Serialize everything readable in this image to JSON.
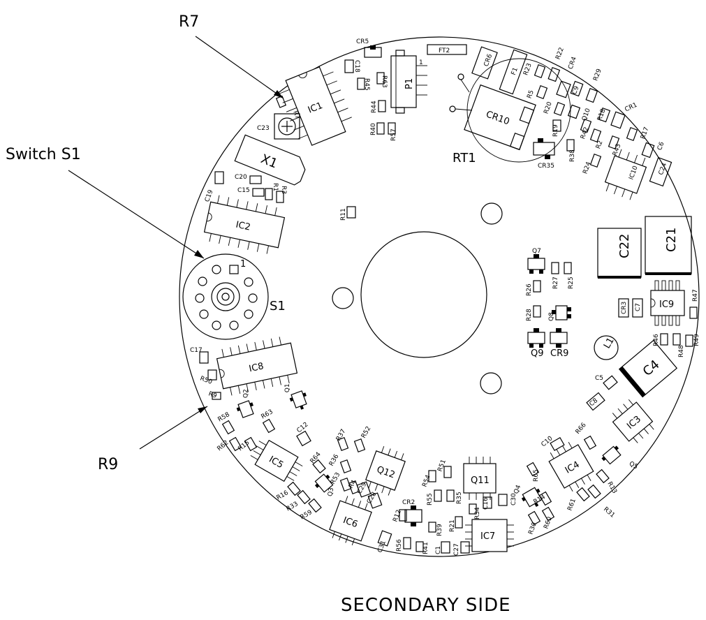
{
  "title": "SECONDARY SIDE",
  "callouts": {
    "r7": "R7",
    "switch_s1": "Switch S1",
    "r9": "R9"
  },
  "ics": {
    "ic1": "IC1",
    "ic2": "IC2",
    "ic3": "IC3",
    "ic4": "IC4",
    "ic5": "IC5",
    "ic6": "IC6",
    "ic7": "IC7",
    "ic8": "IC8",
    "ic9": "IC9",
    "ic10": "IC10",
    "q11": "Q11",
    "q12": "Q12"
  },
  "big": {
    "c22": "C22",
    "c21": "C21",
    "c4": "C4",
    "x1": "X1",
    "s1": "S1",
    "cr10": "CR10",
    "rt1": "RT1",
    "p1": "P1",
    "l1": "L1",
    "ft2": "FT2",
    "cr6": "CR6",
    "f1": "F1",
    "pin1_s1": "1",
    "pin1_p1": "1"
  },
  "parts": {
    "cr5": "CR5",
    "c18": "C18",
    "r45": "R45",
    "r63": "R63",
    "r44": "R44",
    "r40": "R40",
    "r57": "R57",
    "r7": "R7",
    "c23": "C23",
    "r22": "R22",
    "cr4": "CR4",
    "r23": "R23",
    "r5": "R5",
    "c9": "C9",
    "r29": "R29",
    "r20": "R20",
    "q10": "Q10",
    "r18": "R18",
    "cr1": "CR1",
    "r19": "R19",
    "r42": "R42",
    "r2": "R2",
    "r17": "R17",
    "r43": "R43",
    "c6": "C6",
    "r38": "R38",
    "r24": "R24",
    "cr35": "CR35",
    "c24": "C24",
    "c20": "C20",
    "r1": "R1",
    "r3": "R3",
    "c19": "C19",
    "c15": "C15",
    "r11": "R11",
    "q7": "Q7",
    "r27": "R27",
    "r25": "R25",
    "r26": "R26",
    "r28": "R28",
    "q8": "Q8",
    "q9": "Q9",
    "cr9": "CR9",
    "cr3": "CR3",
    "c7": "C7",
    "r47": "R47",
    "r46": "R46",
    "r49": "R49",
    "r48": "R48",
    "c5": "C5",
    "c8": "C8",
    "c17": "C17",
    "r50": "R50",
    "r9": "R9",
    "q2": "Q2",
    "q1": "Q1",
    "r58": "R58",
    "r63b": "R63",
    "r62": "R62",
    "r15": "R15",
    "c12": "C12",
    "r37": "R37",
    "r52": "R52",
    "r36": "R36",
    "r64": "R64",
    "r51": "R51",
    "r53": "R53",
    "r4": "R4",
    "c29": "C29",
    "c28": "C28",
    "q3": "Q3",
    "r16": "R16",
    "r33": "R33",
    "r59": "R59",
    "cr2": "CR2",
    "r12": "R12",
    "r54": "R54",
    "r55": "R55",
    "r35": "R35",
    "r34": "R34",
    "c16": "C16",
    "c30": "C30",
    "r39": "R39",
    "r21": "R21",
    "r41": "R41",
    "c1": "C1",
    "c27": "C27",
    "r56": "R56",
    "c31": "C31",
    "c10": "C10",
    "r66": "R66",
    "q5": "Q5",
    "r13": "R13",
    "q4": "Q4",
    "r65": "R65",
    "r14": "R14",
    "r61": "R61",
    "r31": "R31",
    "r30": "R30",
    "r60": "R60"
  }
}
